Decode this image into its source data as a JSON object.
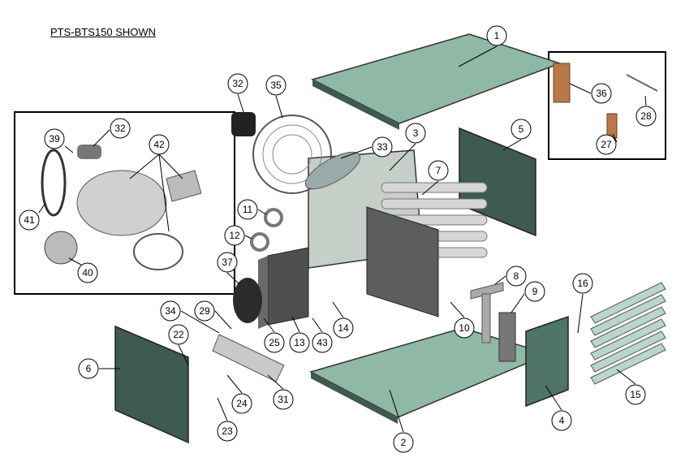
{
  "title": "PTS-BTS150 SHOWN",
  "callouts": [
    "1",
    "2",
    "3",
    "4",
    "5",
    "6",
    "7",
    "8",
    "9",
    "10",
    "11",
    "12",
    "13",
    "14",
    "15",
    "16",
    "22",
    "23",
    "24",
    "25",
    "27",
    "28",
    "29",
    "31",
    "32",
    "33",
    "34",
    "35",
    "36",
    "37",
    "39",
    "40",
    "41",
    "42",
    "43"
  ],
  "colors": {
    "panel_green": "#8fb8a6",
    "panel_dark": "#3f5a4e",
    "copper": "#b9784a",
    "steel": "#c9c9c9"
  }
}
